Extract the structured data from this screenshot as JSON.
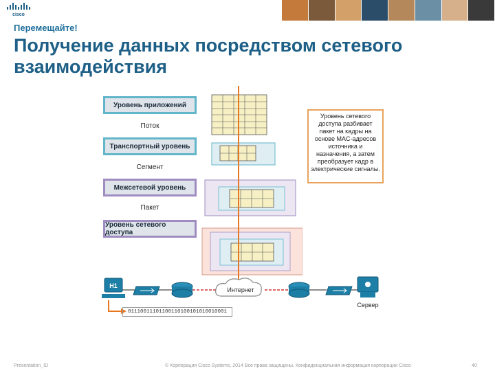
{
  "brand": {
    "logo_text": "cisco"
  },
  "header": {
    "subtitle": "Перемещайте!",
    "title": "Получение данных посредством сетевого взаимодействия"
  },
  "layers": [
    {
      "label": "Уровень приложений",
      "pdu": "Поток"
    },
    {
      "label": "Транспортный уровень",
      "pdu": "Сегмент"
    },
    {
      "label": "Межсетевой уровень",
      "pdu": "Пакет"
    },
    {
      "label": "Уровень сетевого доступа",
      "pdu": ""
    }
  ],
  "callout": {
    "text": "Уровень сетевого доступа разбивает пакет на кадры на основе MAC-адресов источника и назначения, а затем преобразует кадр в электрические сигналы."
  },
  "network": {
    "host_label": "H1",
    "internet_label": "Интернет",
    "server_label": "Сервер",
    "bits": "01110011101100110100101010010001"
  },
  "footer": {
    "left": "Presentation_ID",
    "center": "© Корпорация Cisco Systems, 2014 Все права защищены.  Конфиденциальная информация корпорации Cisco",
    "page": "40"
  },
  "colors": {
    "accent": "#1d5f86",
    "orange": "#e87722",
    "teal_border": "#61b6c9",
    "purple_border": "#9f8cc0",
    "data_yellow": "#f6f0c4"
  }
}
